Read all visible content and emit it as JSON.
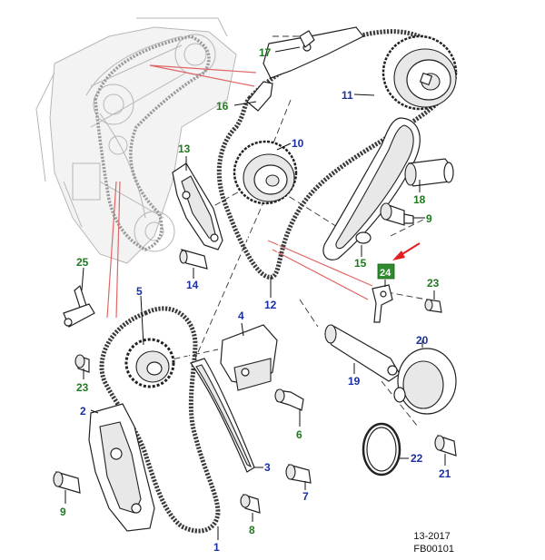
{
  "callouts": [
    {
      "id": "l1",
      "text": "1",
      "color": "blue"
    },
    {
      "id": "l2",
      "text": "2",
      "color": "blue"
    },
    {
      "id": "l3",
      "text": "3",
      "color": "blue"
    },
    {
      "id": "l4",
      "text": "4",
      "color": "blue"
    },
    {
      "id": "l5",
      "text": "5",
      "color": "blue"
    },
    {
      "id": "l6",
      "text": "6",
      "color": "green"
    },
    {
      "id": "l7",
      "text": "7",
      "color": "blue"
    },
    {
      "id": "l8",
      "text": "8",
      "color": "green"
    },
    {
      "id": "l9a",
      "text": "9",
      "color": "green"
    },
    {
      "id": "l9b",
      "text": "9",
      "color": "green"
    },
    {
      "id": "l10",
      "text": "10",
      "color": "blue"
    },
    {
      "id": "l11",
      "text": "11",
      "color": "blue"
    },
    {
      "id": "l12",
      "text": "12",
      "color": "blue"
    },
    {
      "id": "l13",
      "text": "13",
      "color": "green"
    },
    {
      "id": "l14",
      "text": "14",
      "color": "blue"
    },
    {
      "id": "l15",
      "text": "15",
      "color": "green"
    },
    {
      "id": "l16",
      "text": "16",
      "color": "green"
    },
    {
      "id": "l17",
      "text": "17",
      "color": "green"
    },
    {
      "id": "l18",
      "text": "18",
      "color": "green"
    },
    {
      "id": "l19",
      "text": "19",
      "color": "blue"
    },
    {
      "id": "l20",
      "text": "20",
      "color": "blue"
    },
    {
      "id": "l21",
      "text": "21",
      "color": "blue"
    },
    {
      "id": "l22",
      "text": "22",
      "color": "blue"
    },
    {
      "id": "l23a",
      "text": "23",
      "color": "green"
    },
    {
      "id": "l23b",
      "text": "23",
      "color": "green"
    },
    {
      "id": "l24",
      "text": "24",
      "color": "highlight"
    },
    {
      "id": "l25",
      "text": "25",
      "color": "green"
    }
  ],
  "footer": {
    "date_code": "13-2017",
    "figure_code": "FB00101"
  },
  "colors": {
    "green_label": "#1f7a1f",
    "blue_label": "#1a2fa3",
    "highlight_box": "#2e8b2e",
    "arrow": "#e02020",
    "reference_line": "#e06666"
  }
}
